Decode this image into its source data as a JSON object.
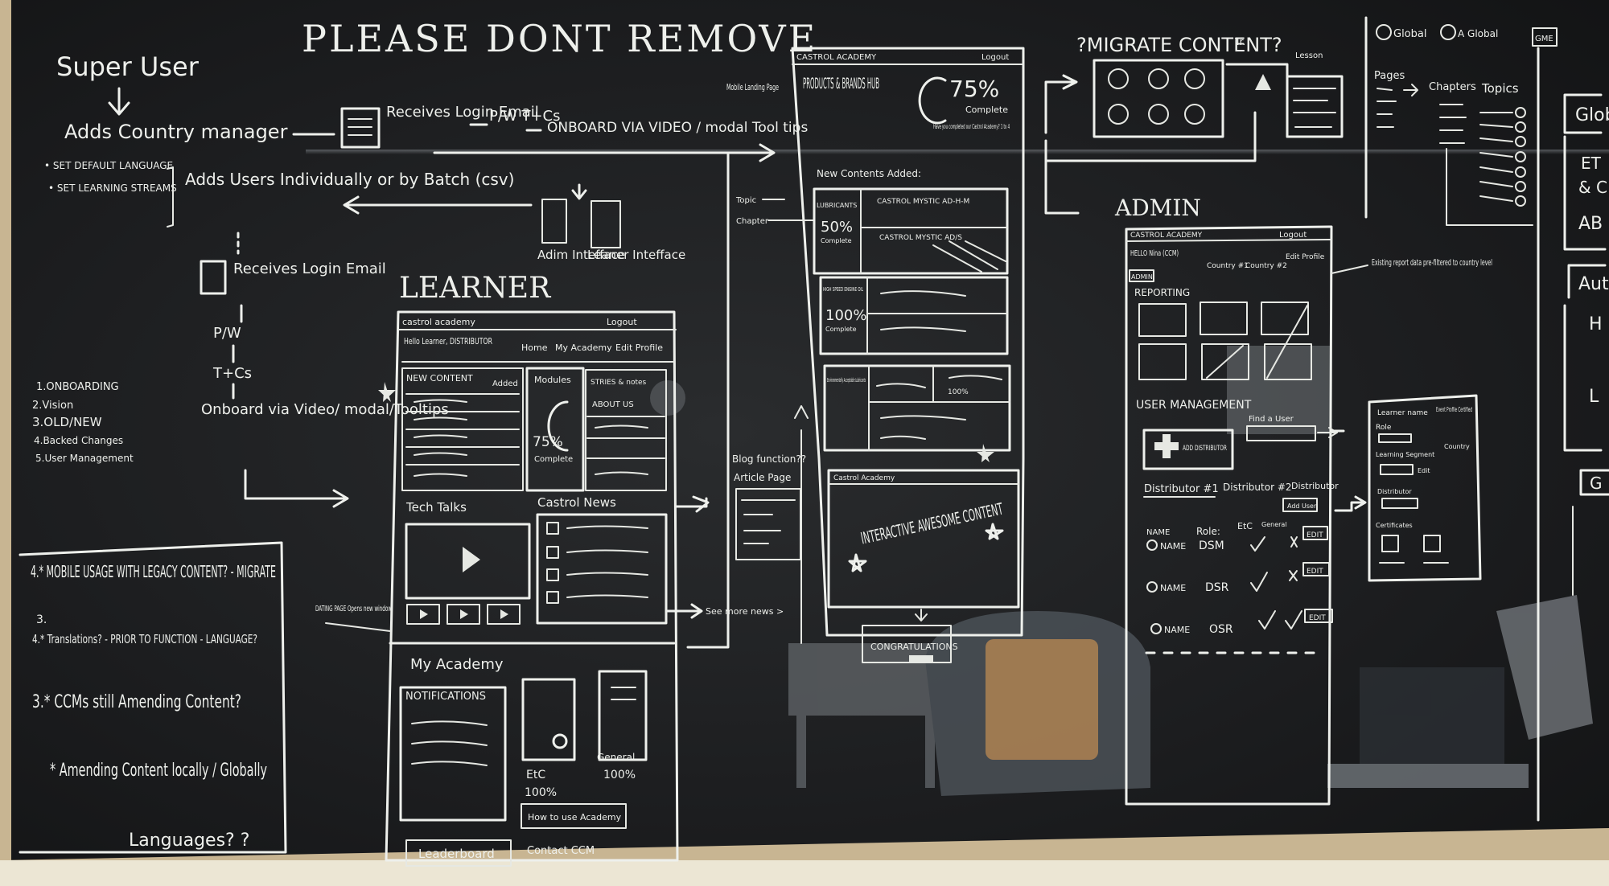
{
  "whiteboard": {
    "heading": "PLEASE DONT REMOVE",
    "flow": {
      "super_user": "Super User",
      "adds_country_manager": "Adds Country manager",
      "set_default_language": "• SET DEFAULT LANGUAGE",
      "set_learning_streams": "• SET LEARNING STREAMS",
      "receives_login_email": "Receives Login Email",
      "pw_tcs": "P/W T+Cs",
      "onboard_video": "ONBOARD VIA VIDEO / modal Tool tips",
      "adds_users": "Adds Users Individually or by Batch (csv)",
      "receives_login_email_2": "Receives Login Email",
      "pw": "P/W",
      "tcs": "T+Cs",
      "onboard_video_2": "Onboard via Video/ modal/Tooltips",
      "admin_interface": "Adim Intefface",
      "learner_interface": "Leaner Intefface"
    },
    "numbered_list": [
      "1.ONBOARDING",
      "2.Vision",
      "3.OLD/NEW",
      "4.Backed Changes",
      "5.User Management"
    ],
    "questions": [
      "4.* MOBILE USAGE WITH LEGACY CONTENT? - MIGRATE",
      "3.",
      "4.* Translations? - PRIOR TO FUNCTION - LANGUAGE?",
      "3.* CCMs still Amending Content?",
      "* Amending Content locally / Globally",
      "Languages? ?"
    ],
    "learner": {
      "title": "LEARNER",
      "brand": "castrol academy",
      "logout": "Logout",
      "greeting": "Hello Learner, DISTRIBUTOR",
      "nav": [
        "Home",
        "My Academy",
        "Edit Profile"
      ],
      "new_content": "NEW CONTENT",
      "added": "Added",
      "modules": "Modules",
      "modules_pct": "75%",
      "modules_label": "Complete",
      "stries": "STRIES & notes",
      "about_us": "ABOUT US",
      "tech_talks": "Tech Talks",
      "castrol_news": "Castrol News",
      "see_more": "See more news >",
      "dating_page": "DATING PAGE Opens new window",
      "blog_function": "Blog function??",
      "article_page": "Article Page",
      "my_academy": "My Academy",
      "notifications": "NOTIFICATIONS",
      "etc_label": "EtC",
      "etc_pct": "100%",
      "general_label": "General",
      "general_pct": "100%",
      "how_to": "How to use Academy",
      "leaderboard": "Leaderboard",
      "contact": "Contact CCM"
    },
    "products_hub": {
      "brand": "CASTROL ACADEMY",
      "logout": "Logout",
      "mobile_landing": "Mobile Landing Page",
      "title": "PRODUCTS & BRANDS HUB",
      "pct": "75%",
      "complete": "Complete",
      "note": "Have you completed our Castrol Academy? 1 to 4",
      "new_content": "New Contents Added:",
      "topic": "Topic",
      "chapter": "Chapter",
      "lubricants": "LUBRICANTS",
      "lub_pct": "50%",
      "lub_complete": "Complete",
      "castrol_1": "CASTROL MYSTIC AD-H-M",
      "castrol_2": "CASTROL MYSTIC AD/S",
      "high_speed": "HIGH SPEED ENGINE OIL",
      "high_pct": "100%",
      "high_complete": "Complete",
      "env": "Environmentally Acceptable Lubricants",
      "env_pct": "100%",
      "interactive": "INTERACTIVE AWESOME CONTENT",
      "castrol_academy": "Castrol Academy",
      "congrats": "CONGRATULATIONS"
    },
    "migrate": {
      "title": "?MIGRATE CONTENT?",
      "tr": "Tr.",
      "lesson": "Lesson"
    },
    "hierarchy": {
      "global": "Global",
      "a_global": "A Global",
      "pages": "Pages",
      "chapters": "Chapters",
      "topics": "Topics",
      "gme": "GME"
    },
    "admin": {
      "title": "ADMIN",
      "brand": "CASTROL ACADEMY",
      "logout": "Logout",
      "greeting": "HELLO Nina (CCM)",
      "admin_badge": "ADMIN",
      "tab_1": "Country #1",
      "tab_2": "Country #2",
      "edit_profile": "Edit Profile",
      "reporting": "REPORTING",
      "report_note": "Existing report data pre-filtered to country level",
      "user_management": "USER MANAGEMENT",
      "find_user": "Find a User",
      "add_distributor": "ADD DISTRIBUTOR",
      "distributors": [
        "Distributor #1",
        "Distributor #2",
        "Distributor"
      ],
      "add_user": "Add User",
      "col_names": "NAME",
      "col_role": "Role:",
      "col_etc": "EtC",
      "col_general": "General",
      "rows": [
        {
          "name": "NAME",
          "role": "DSM",
          "edit": "EDIT"
        },
        {
          "name": "NAME",
          "role": "DSR",
          "edit": "EDIT"
        },
        {
          "name": "NAME",
          "role": "OSR",
          "edit": "EDIT"
        }
      ],
      "side_form": [
        "Learner name",
        "Role",
        "Learning Segment",
        "Edit",
        "Distributor",
        "Certificates",
        "Event Profile Certified",
        "Country"
      ]
    },
    "right_edge": [
      "Glob",
      "ET",
      "& C",
      "AB",
      "Aut",
      "H",
      "L",
      "G"
    ]
  }
}
